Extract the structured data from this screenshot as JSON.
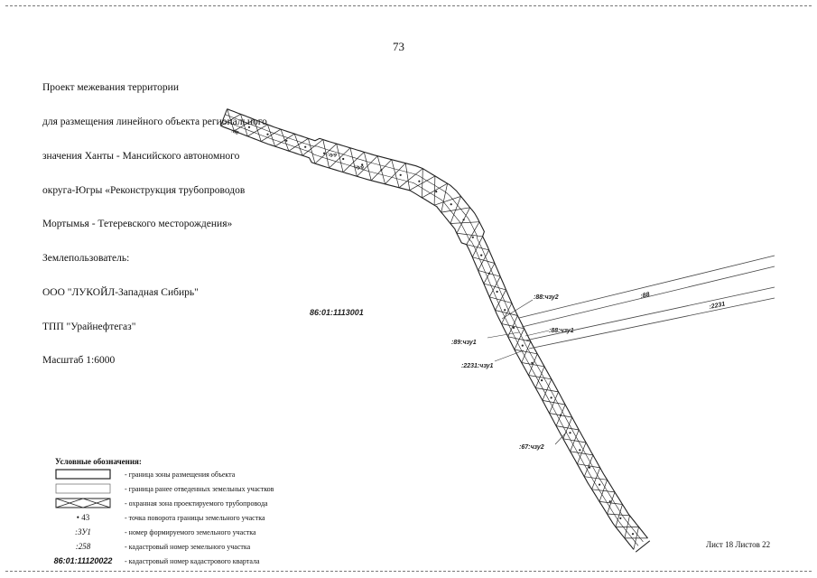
{
  "page_number": "73",
  "title_lines": [
    "Проект межевания территории",
    "для размещения линейного объекта регионального",
    "значения Ханты - Мансийского автономного",
    "округа-Югры «Реконструкция трубопроводов",
    "Мортымья - Тетеревского месторождения»",
    "Землепользователь:",
    "ООО \"ЛУКОЙЛ-Западная Сибирь\"",
    "ТПП \"Урайнефтегаз\"",
    "Масштаб 1:6000"
  ],
  "map": {
    "quarter_label": "86:01:1113001",
    "parcel_labels": {
      "l88zu2": ":88:чзу2",
      "l88": ":88",
      "l2231": ":2231",
      "l89zu1": ":89:чзу1",
      "l88zu1": ":88:чзу1",
      "l2231zu1": ":2231:чзу1",
      "l67zu2": ":67:чзу2",
      "lzu9": ":зу9",
      "lzu9b": ":зу9",
      "l88top": ":88"
    }
  },
  "legend": {
    "title": "Условные обозначения:",
    "items": [
      {
        "symbol": "",
        "text": "- граница зоны размещения объекта"
      },
      {
        "symbol": "",
        "text": "- граница ранее отведенных земельных участков"
      },
      {
        "symbol": "",
        "text": "- охранная зона проектируемого трубопровода"
      },
      {
        "symbol": "• 43",
        "text": "- точка поворота границы земельного участка"
      },
      {
        "symbol": ":ЗУ1",
        "text": "- номер формируемого земельного участка"
      },
      {
        "symbol": ":258",
        "text": "- кадастровый номер земельного участка"
      },
      {
        "symbol": "86:01:11120022",
        "text": "- кадастровый номер кадастрового квартала"
      }
    ]
  },
  "sheet_label": "Лист 18 Листов 22"
}
